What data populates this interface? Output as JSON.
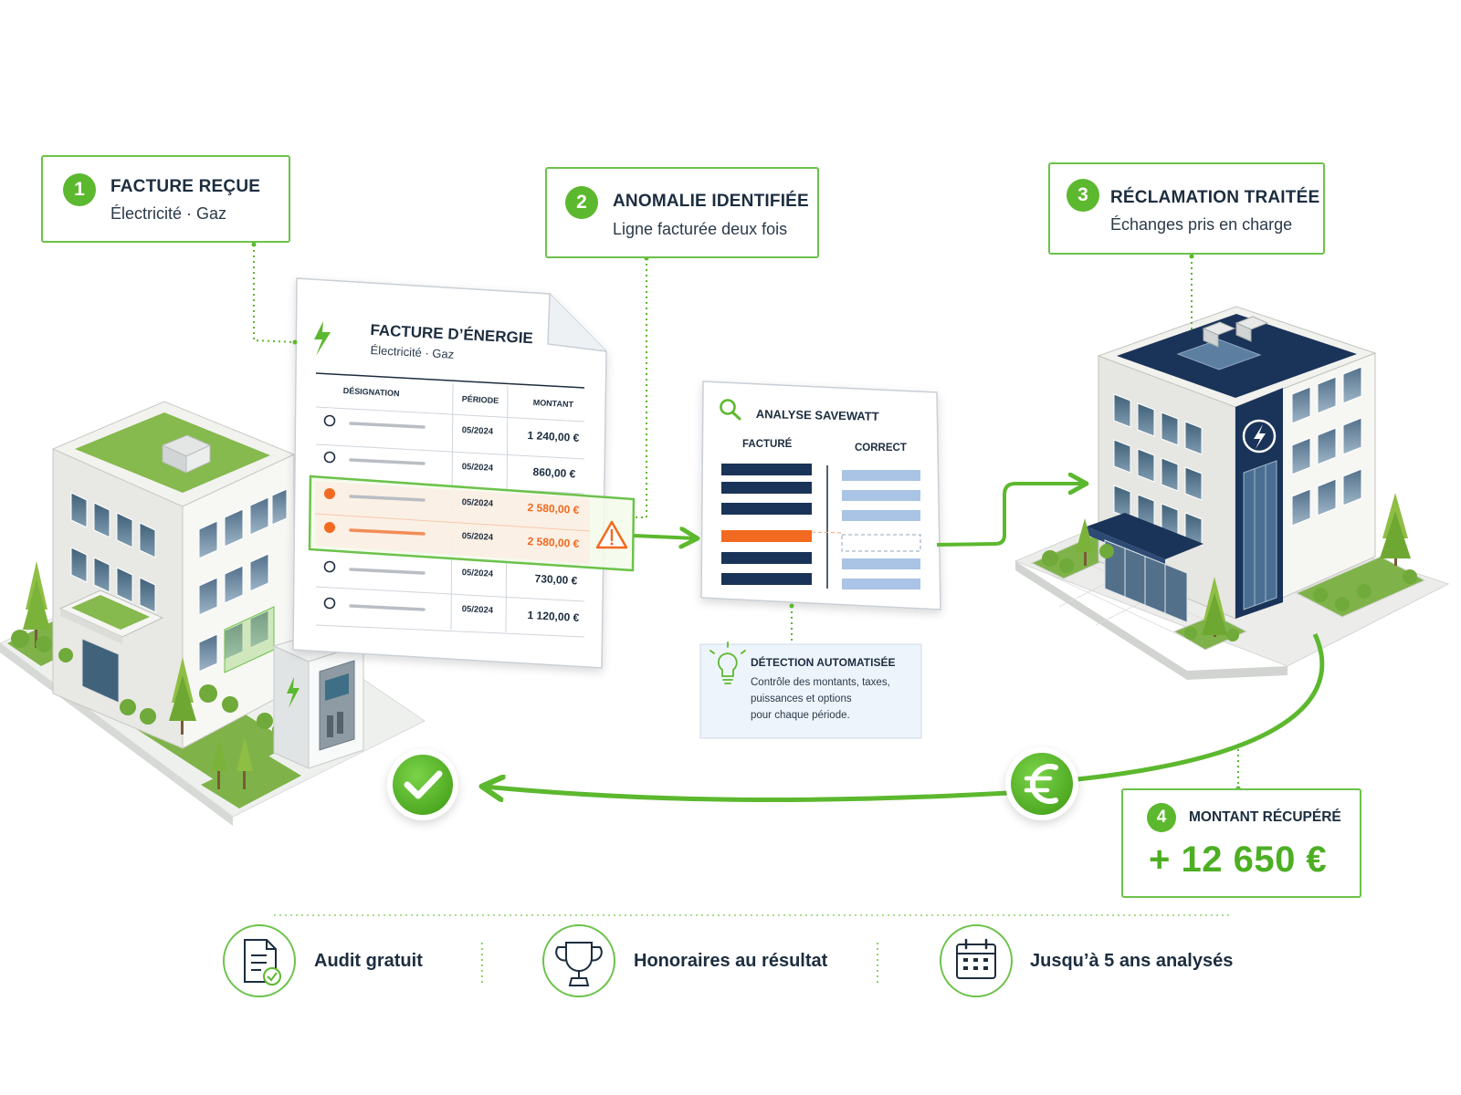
{
  "steps": [
    {
      "number": "1",
      "title": "FACTURE REÇUE",
      "subtitle": "Électricité · Gaz"
    },
    {
      "number": "2",
      "title": "ANOMALIE IDENTIFIÉE",
      "subtitle": "Ligne facturée deux fois"
    },
    {
      "number": "3",
      "title": "RÉCLAMATION TRAITÉE",
      "subtitle": "Échanges pris en charge"
    }
  ],
  "invoice": {
    "title": "FACTURE D’ÉNERGIE",
    "subtitle": "Électricité · Gaz",
    "columns": [
      "DÉSIGNATION",
      "PÉRIODE",
      "MONTANT"
    ],
    "rows": [
      {
        "period": "05/2024",
        "amount": "1 240,00 €",
        "duplicate": false
      },
      {
        "period": "05/2024",
        "amount": "860,00 €",
        "duplicate": false
      },
      {
        "period": "05/2024",
        "amount": "2 580,00 €",
        "duplicate": true
      },
      {
        "period": "05/2024",
        "amount": "2 580,00 €",
        "duplicate": true
      },
      {
        "period": "05/2024",
        "amount": "730,00 €",
        "duplicate": false
      },
      {
        "period": "05/2024",
        "amount": "1 120,00 €",
        "duplicate": false
      }
    ]
  },
  "analysis": {
    "title": "ANALYSE SAVEWATT",
    "col_billed": "FACTURÉ",
    "col_correct": "CORRECT"
  },
  "detection": {
    "title": "DÉTECTION AUTOMATISÉE",
    "lines": [
      "Contrôle des montants, taxes,",
      "puissances et options",
      "pour chaque période."
    ]
  },
  "recovered": {
    "number": "4",
    "title": "MONTANT RÉCUPÉRÉ",
    "value": "+ 12 650 €"
  },
  "features": [
    {
      "label": "Audit gratuit",
      "icon": "document-check-icon"
    },
    {
      "label": "Honoraires au résultat",
      "icon": "trophy-icon"
    },
    {
      "label": "Jusqu’à 5 ans analysés",
      "icon": "calendar-icon"
    }
  ],
  "colors": {
    "green": "#5cb82e",
    "navy": "#1a3358",
    "orange": "#f26a21",
    "light_blue": "#a9c4e4"
  }
}
